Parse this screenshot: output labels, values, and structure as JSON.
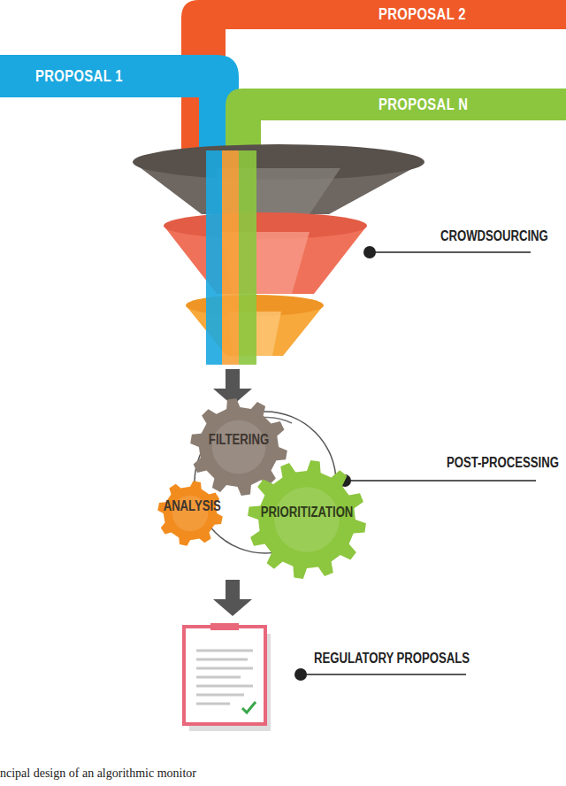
{
  "diagram": {
    "caption": "ncipal design of an algorithmic monitor",
    "nodes": [
      {
        "text": [
          "PROPOSAL 1"
        ]
      },
      {
        "text": [
          "PROPOSAL 2"
        ]
      },
      {
        "text": [
          "PROPOSAL N"
        ]
      },
      {
        "text": [
          "FILTERING"
        ]
      },
      {
        "text": [
          "ANALYSIS"
        ]
      },
      {
        "text": [
          "PRIORITIZATION"
        ]
      }
    ],
    "labels": [
      "CROWDSOURCING",
      "POST-PROCESSING",
      "REGULATORY PROPOSALS"
    ]
  }
}
